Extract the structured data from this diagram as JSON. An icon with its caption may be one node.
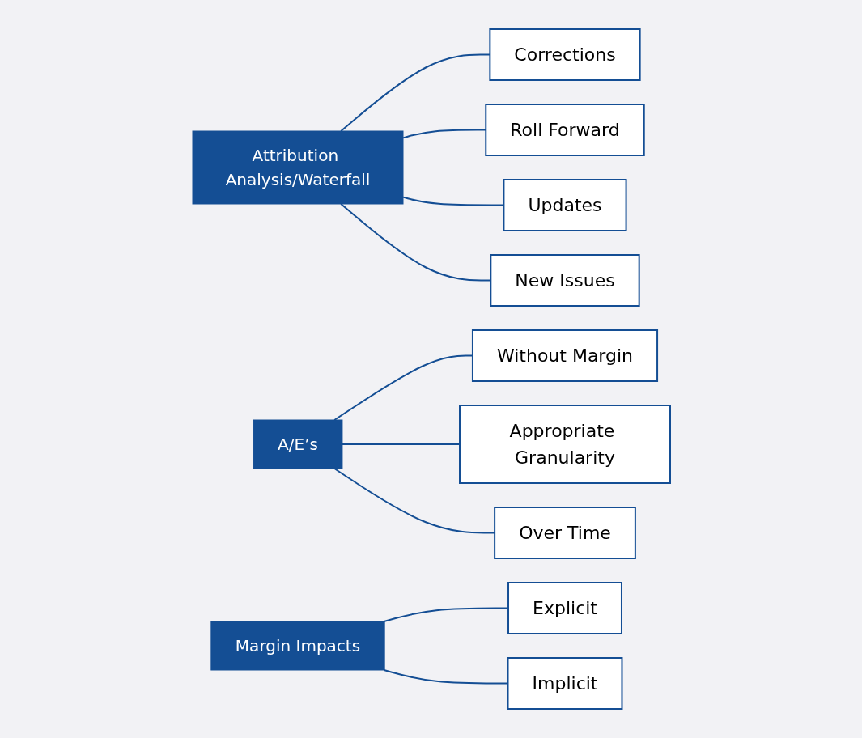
{
  "diagram": {
    "nodes": [
      {
        "text": [
          "Attribution Analysis/Waterfall"
        ]
      },
      {
        "text": [
          "Corrections"
        ]
      },
      {
        "text": [
          "Roll Forward"
        ]
      },
      {
        "text": [
          "Updates"
        ]
      },
      {
        "text": [
          "New Issues"
        ]
      },
      {
        "text": [
          "A/E’s"
        ]
      },
      {
        "text": [
          "Without Margin"
        ]
      },
      {
        "text": [
          "Appropriate Granularity"
        ]
      },
      {
        "text": [
          "Over Time"
        ]
      },
      {
        "text": [
          "Margin Impacts"
        ]
      },
      {
        "text": [
          "Explicit"
        ]
      },
      {
        "text": [
          "Implicit"
        ]
      }
    ],
    "edges": [
      {
        "from": 0,
        "to": 1,
        "arrow": "none"
      },
      {
        "from": 0,
        "to": 2,
        "arrow": "none"
      },
      {
        "from": 0,
        "to": 3,
        "arrow": "none"
      },
      {
        "from": 0,
        "to": 4,
        "arrow": "none"
      },
      {
        "from": 5,
        "to": 6,
        "arrow": "none"
      },
      {
        "from": 5,
        "to": 7,
        "arrow": "none"
      },
      {
        "from": 5,
        "to": 8,
        "arrow": "none"
      },
      {
        "from": 9,
        "to": 10,
        "arrow": "none"
      },
      {
        "from": 9,
        "to": 11,
        "arrow": "none"
      }
    ]
  }
}
